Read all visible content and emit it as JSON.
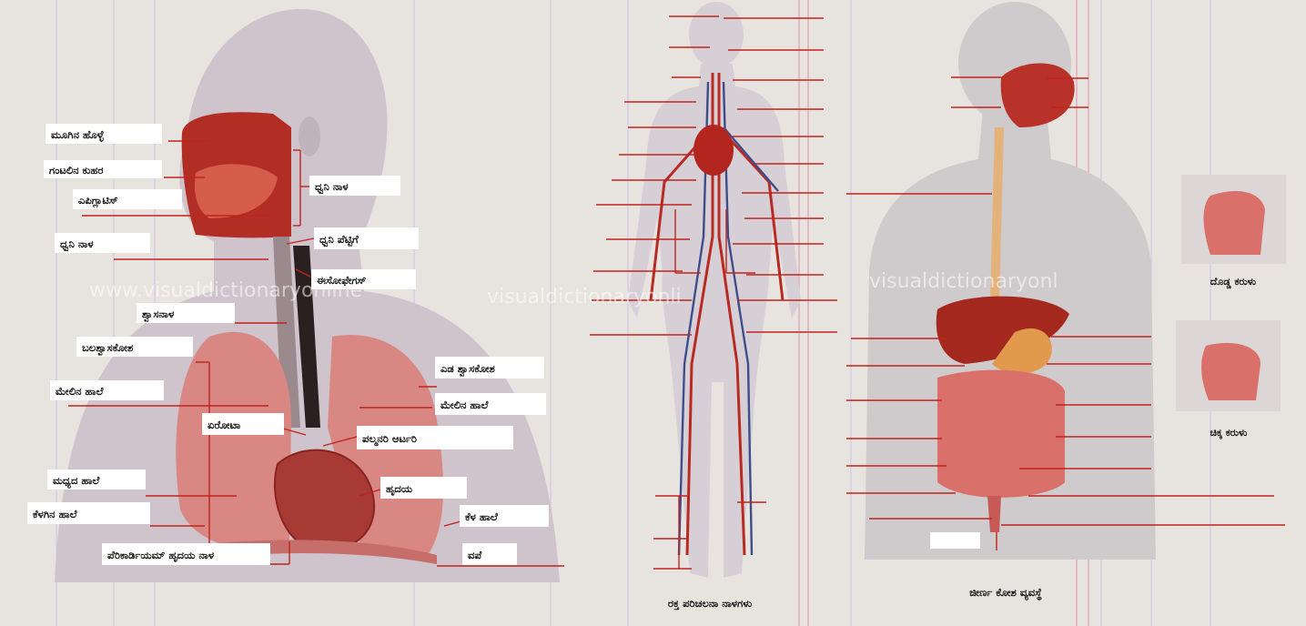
{
  "watermarks": [
    "www.visualdictionaryonline",
    "visualdictionaryonli",
    "visualdictionaryonl"
  ],
  "respiratory": {
    "labels": [
      "ಮೂಗಿನ ಹೊಳ್ಳೆ",
      "ಗಂಟಲಿನ ಕುಹರ",
      "ಎಪಿಗ್ಲಾಟಿಸ್",
      "ಧ್ವನಿ ನಾಳ",
      "ಧ್ವನಿ ಪೆಟ್ಟಿಗೆ",
      "ಈಸೋಫೇಗಸ್",
      "ಶ್ವಾಸನಾಳ",
      "ಬಲಶ್ವಾಸಕೋಶ",
      "ಮೇಲಿನ ಹಾಲೆ",
      "ಏರೋಟಾ",
      "ಎಡ ಶ್ವಾಸಕೋಶ",
      "ಮೇಲಿನ ಹಾಲೆ",
      "ಪಲ್ಮನರಿ ಆರ್ಟರಿ",
      "ಮಧ್ಯದ ಹಾಲೆ",
      "ಹೃದಯ",
      "ಕೆಳಗಿನ ಹಾಲೆ",
      "ಕೆಳ ಹಾಲೆ",
      "ಪೆರಿಕಾರ್ಡಿಯಮ್ ಹೃದಯ ನಾಳ",
      "ವಪೆ"
    ]
  },
  "circulatory": {
    "caption": "ರಕ್ತ ಪರಿಚಲನಾ ನಾಳಗಳು"
  },
  "digestive": {
    "caption": "ಜೀರ್ಣ ಕೋಶ ವ್ಯವಸ್ಥೆ",
    "inset_top_caption": "ದೊಡ್ಡ ಕರುಳು",
    "inset_bottom_caption": "ಚಿಕ್ಕ ಕರುಳು"
  },
  "colors": {
    "background": "#e7e4df",
    "leader": "#c0231d",
    "organ_red": "#b8322a",
    "lung_pink": "#d98a86",
    "skin": "#cfc6cb"
  }
}
